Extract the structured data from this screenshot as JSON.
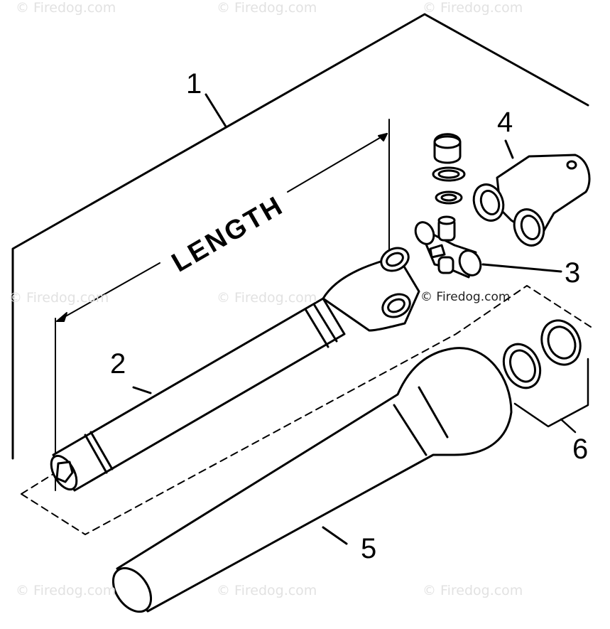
{
  "watermarks": {
    "brand": "© Firedog.com",
    "center": "© Firedog.com"
  },
  "dimension_label": "LENGTH",
  "callouts": {
    "c1": "1",
    "c2": "2",
    "c3": "3",
    "c4": "4",
    "c5": "5",
    "c6": "6"
  }
}
